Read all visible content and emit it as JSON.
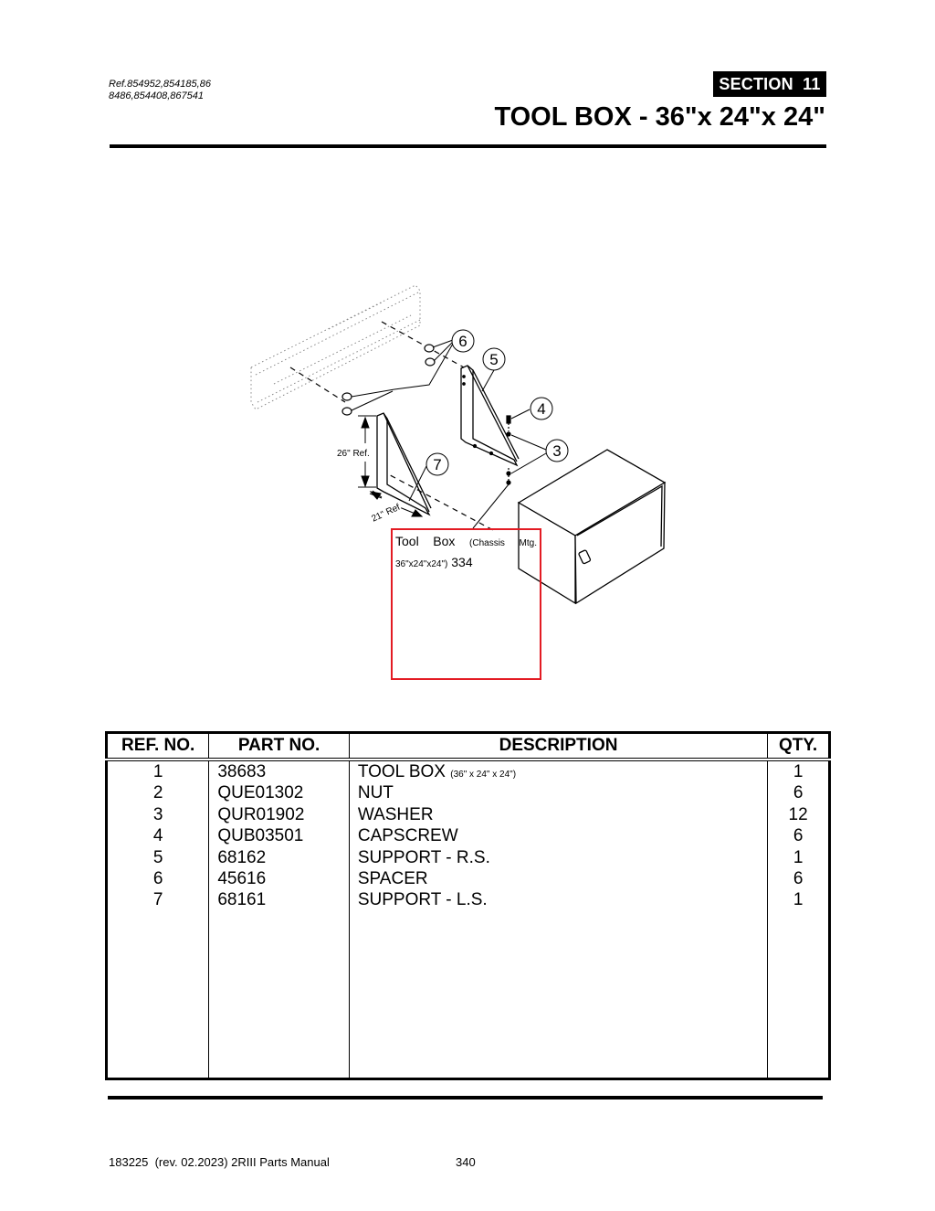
{
  "header": {
    "ref_line1": "Ref.854952,854185,86",
    "ref_line2": "8486,854408,867541",
    "section_label": "SECTION  11",
    "title": "TOOL BOX - 36\"x 24\"x 24\""
  },
  "diagram": {
    "balloons": [
      "6",
      "5",
      "4",
      "3",
      "7"
    ],
    "dimension_height": "26\" Ref.",
    "dimension_width": "21\" Ref.",
    "callout": {
      "word1": "Tool",
      "word2": "Box",
      "word3": "(Chassis",
      "word4": "Mtg.",
      "line2_small": "36\"x24\"x24\")",
      "line2_number": "334",
      "border_color": "#e31b23"
    }
  },
  "table": {
    "headers": {
      "ref": "REF. NO.",
      "part": "PART NO.",
      "desc": "DESCRIPTION",
      "qty": "QTY."
    },
    "rows": [
      {
        "ref": "1",
        "part": "38683",
        "desc": "TOOL BOX",
        "desc_note": "(36\" x 24\" x 24\")",
        "qty": "1"
      },
      {
        "ref": "2",
        "part": "QUE01302",
        "desc": "NUT",
        "desc_note": "",
        "qty": "6"
      },
      {
        "ref": "3",
        "part": "QUR01902",
        "desc": "WASHER",
        "desc_note": "",
        "qty": "12"
      },
      {
        "ref": "4",
        "part": "QUB03501",
        "desc": "CAPSCREW",
        "desc_note": "",
        "qty": "6"
      },
      {
        "ref": "5",
        "part": "68162",
        "desc": "SUPPORT - R.S.",
        "desc_note": "",
        "qty": "1"
      },
      {
        "ref": "6",
        "part": "45616",
        "desc": "SPACER",
        "desc_note": "",
        "qty": "6"
      },
      {
        "ref": "7",
        "part": "68161",
        "desc": "SUPPORT - L.S.",
        "desc_note": "",
        "qty": "1"
      }
    ]
  },
  "footer": {
    "manual": "183225  (rev. 02.2023) 2RIII Parts Manual",
    "page": "340"
  }
}
